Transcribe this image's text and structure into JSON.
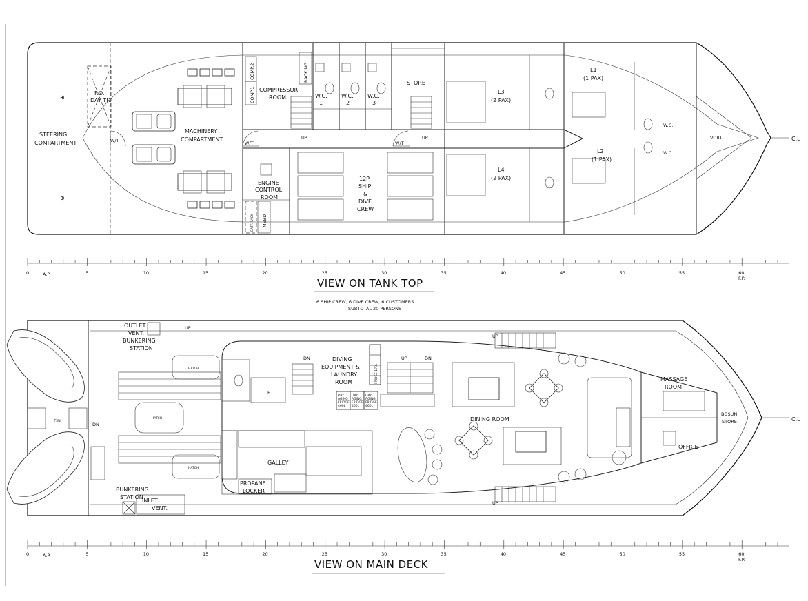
{
  "centerline_label": "C.L",
  "scale": {
    "marks": [
      "0",
      "5",
      "10",
      "15",
      "20",
      "25",
      "30",
      "35",
      "40",
      "45",
      "50",
      "55",
      "60"
    ],
    "ap_label": "A.P.",
    "fp_label": "F.P."
  },
  "tank_top": {
    "title": "VIEW ON TANK TOP",
    "subtitle_line1": "6 SHIP CREW, 6 DIVE CREW, 6 CUSTOMERS",
    "subtitle_line2": "SUBTOTAL 20 PERSONS",
    "rooms": {
      "steering_1": "STEERING",
      "steering_2": "COMPARTMENT",
      "fo_day_tk_1": "F.O.",
      "fo_day_tk_2": "DAY TK.",
      "machinery_1": "MACHINERY",
      "machinery_2": "COMPARTMENT",
      "wt": "W/T",
      "comp1": "COMP.1",
      "comp2": "COMP.2",
      "compressor_1": "COMPRESSOR",
      "compressor_2": "ROOM",
      "racking": "RACKING",
      "up": "UP",
      "wc_label": "W.C.",
      "wc1": "1",
      "wc2": "2",
      "wc3": "3",
      "store": "STORE",
      "engine_control_1": "ENGINE",
      "engine_control_2": "CONTROL",
      "engine_control_3": "ROOM",
      "msbd": "MSBD",
      "battery": "BATT. RACK",
      "crew_1": "12P",
      "crew_2": "SHIP",
      "crew_3": "&",
      "crew_4": "DIVE",
      "crew_5": "CREW",
      "l3_1": "L3",
      "l3_2": "(2 PAX)",
      "l4_1": "L4",
      "l4_2": "(2 PAX)",
      "l1_1": "L1",
      "l1_2": "(1 PAX)",
      "l2_1": "L2",
      "l2_2": "(1 PAX)",
      "wc": "W.C.",
      "void": "VOID"
    }
  },
  "main_deck": {
    "title": "VIEW ON MAIN DECK",
    "rooms": {
      "outlet_1": "OUTLET",
      "outlet_2": "VENT.",
      "outlet_3": "BUNKERING",
      "outlet_4": "STATION",
      "up": "UP",
      "dn": "DN",
      "hatch": "HATCH",
      "diving_1": "DIVING",
      "diving_2": "EQUIPMENT &",
      "diving_3": "LAUNDRY",
      "diving_4": "ROOM",
      "dry_1": "DRY",
      "dry_2": "AGING",
      "dry_3": "FRIDGE",
      "dry_4": "460L",
      "fridge_v": "FRIDGE 170L",
      "dining": "DINING ROOM",
      "massage_1": "MASSAGE",
      "massage_2": "ROOM",
      "bosun_1": "BOSUN",
      "bosun_2": "STORE",
      "office": "OFFICE",
      "galley": "GALLEY",
      "propane_1": "PROPANE",
      "propane_2": "LOCKER",
      "bunkering_1": "BUNKERING",
      "bunkering_2": "STATION",
      "inlet_1": "INLET",
      "inlet_2": "VENT.",
      "f": "F"
    }
  }
}
